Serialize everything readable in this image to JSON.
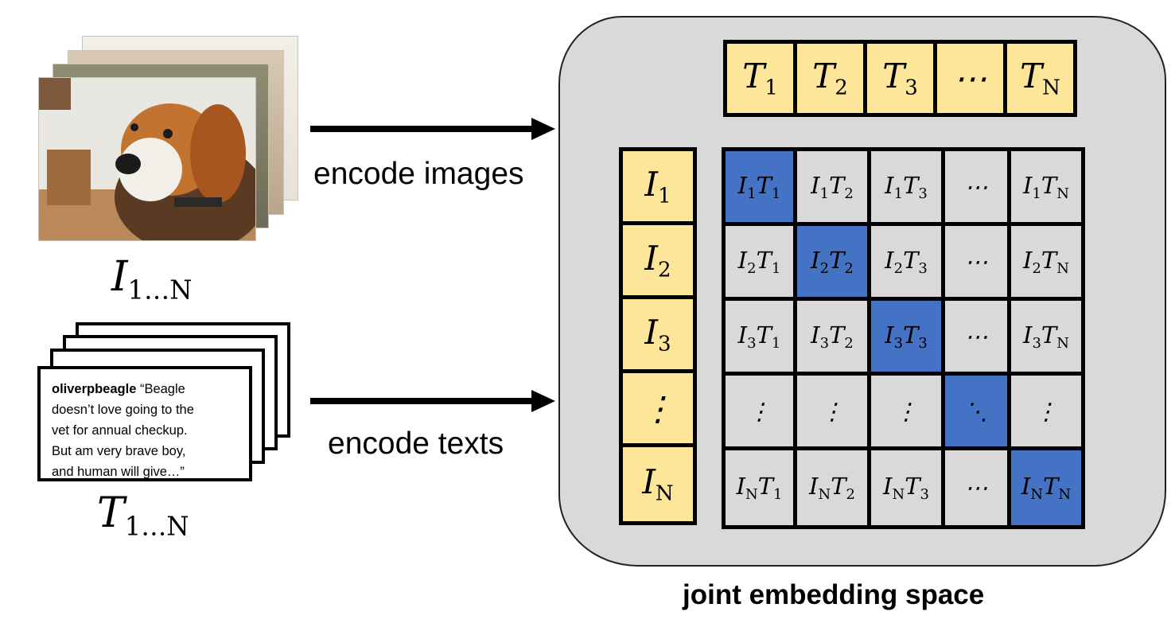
{
  "images_label": {
    "base": "I",
    "sub": "1…N"
  },
  "texts_label": {
    "base": "T",
    "sub": "1…N"
  },
  "caption_text": {
    "username": "oliverpbeagle",
    "body": "“Beagle doesn’t love going to the vet for annual checkup. But am very brave boy, and human will give…”",
    "line1_rest": " “Beagle",
    "line2": "doesn’t love going to the",
    "line3": "vet for annual checkup.",
    "line4": "But am very brave boy,",
    "line5": "and human will give…”"
  },
  "arrows": {
    "images": "encode images",
    "texts": "encode texts"
  },
  "text_embeddings": [
    {
      "base": "T",
      "sub": "1"
    },
    {
      "base": "T",
      "sub": "2"
    },
    {
      "base": "T",
      "sub": "3"
    },
    {
      "base": "⋯",
      "sub": ""
    },
    {
      "base": "T",
      "sub": "N"
    }
  ],
  "image_embeddings": [
    {
      "base": "I",
      "sub": "1"
    },
    {
      "base": "I",
      "sub": "2"
    },
    {
      "base": "I",
      "sub": "3"
    },
    {
      "base": "⋮",
      "sub": ""
    },
    {
      "base": "I",
      "sub": "N"
    }
  ],
  "matrix_rows": [
    [
      "I1T1",
      "I1T2",
      "I1T3",
      "⋯",
      "I1TN"
    ],
    [
      "I2T1",
      "I2T2",
      "I2T3",
      "⋯",
      "I2TN"
    ],
    [
      "I3T1",
      "I3T2",
      "I3T3",
      "⋯",
      "I3TN"
    ],
    [
      "⋮",
      "⋮",
      "⋮",
      "⋱",
      "⋮"
    ],
    [
      "INT1",
      "INT2",
      "INT3",
      "⋯",
      "INTN"
    ]
  ],
  "caption": "joint embedding space",
  "colors": {
    "embedding": "#fde59a",
    "diagonal": "#4472c4",
    "cell": "#d9d9d9",
    "space": "#d9d9d9"
  }
}
